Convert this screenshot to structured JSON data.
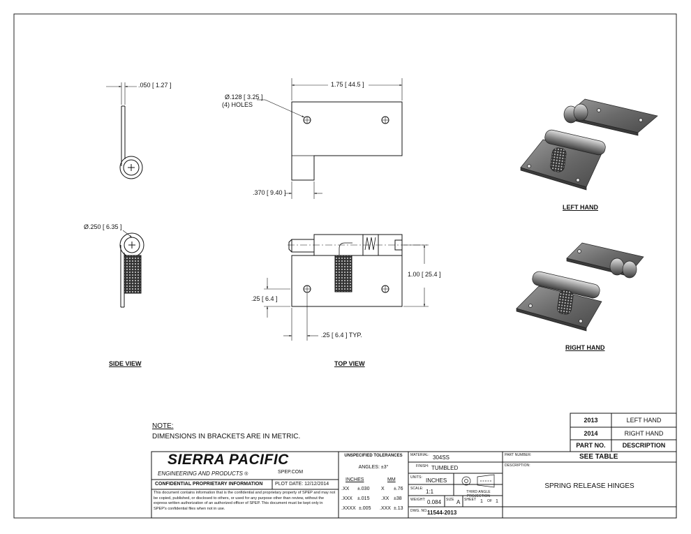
{
  "views": {
    "side": "SIDE VIEW",
    "top": "TOP VIEW",
    "left_hand": "LEFT HAND",
    "right_hand": "RIGHT HAND"
  },
  "dims": {
    "thickness": ".050",
    "thickness_mm": "1.27",
    "hole_dia": "Ø.128",
    "hole_dia_mm": "3.25",
    "holes_count": "(4) HOLES",
    "length": "1.75",
    "length_mm": "44.5",
    "tab": ".370",
    "tab_mm": "9.40",
    "pin_dia": "Ø.250",
    "pin_dia_mm": "6.35",
    "height": "1.00",
    "height_mm": "25.4",
    "edge_y": ".25",
    "edge_y_mm": "6.4",
    "edge_x": ".25",
    "edge_x_mm": "6.4",
    "typ": "TYP."
  },
  "note": {
    "title": "NOTE:",
    "text": "DIMENSIONS IN BRACKETS ARE IN METRIC."
  },
  "parts_table": {
    "rows": [
      {
        "part": "2013",
        "desc": "LEFT HAND"
      },
      {
        "part": "2014",
        "desc": "RIGHT HAND"
      }
    ],
    "header_part": "PART NO.",
    "header_desc": "DESCRIPTION"
  },
  "title_block": {
    "company": "SIERRA PACIFIC",
    "company_sub": "ENGINEERING AND PRODUCTS",
    "website": "SPEP.COM",
    "confidential": "CONFIDENTIAL PROPRIETARY INFORMATION",
    "plot_date_label": "PLOT DATE:",
    "plot_date": "12/12/2014",
    "disclaimer": "This document contains information that is the confidential and proprietary property of SPEP and may not be copied, published, or disclosed to others, or used for any purpose other than review, without the express written authorization of an authorized officer of SPEP. This document must be kept only in SPEP's confidential files when not in use.",
    "tol_title": "UNSPECIFIED TOLERANCES",
    "angles": "ANGLES: ±3°",
    "inches_hdr": "INCHES",
    "mm_hdr": "MM",
    "tol_rows": [
      {
        "ia": ".XX",
        "iv": "±.030",
        "ma": "X",
        "mv": "±.76"
      },
      {
        "ia": ".XXX",
        "iv": "±.015",
        "ma": ".XX",
        "mv": "±38"
      },
      {
        "ia": ".XXXX",
        "iv": "±.005",
        "ma": ".XXX",
        "mv": "±.13"
      }
    ],
    "material_label": "MATERIAL:",
    "material": "304SS",
    "finish_label": "FINISH:",
    "finish": "TUMBLED",
    "units_label": "UNITS:",
    "units": "INCHES",
    "projection": "THIRD ANGLE PROJECTION",
    "scale_label": "SCALE:",
    "scale": "1:1",
    "weight_label": "WEIGHT:",
    "weight": "0.084",
    "size_label": "SIZE",
    "size": "A",
    "sheet_label": "SHEET",
    "sheet": "1",
    "of_label": "OF",
    "of": "1",
    "dwg_label": "DWG. NO.",
    "dwg": "11544-2013",
    "partnum_label": "PART NUMBER:",
    "partnum": "SEE TABLE",
    "desc_label": "DESCRIPTION:",
    "description": "SPRING RELEASE HINGES"
  }
}
